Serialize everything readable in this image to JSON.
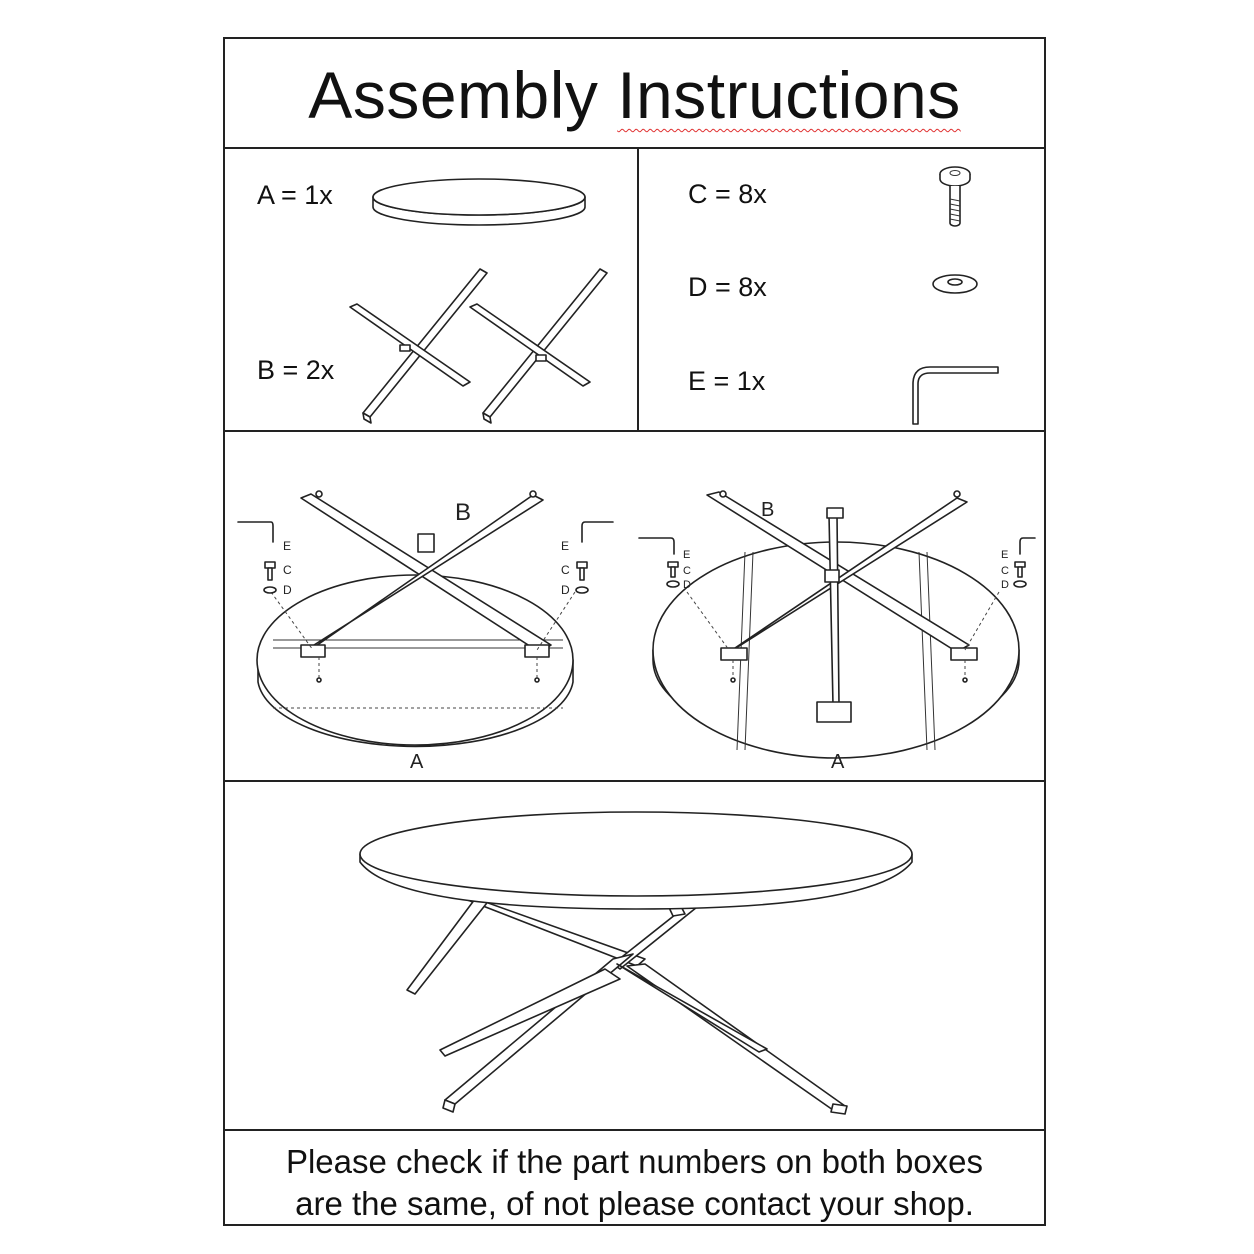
{
  "title": {
    "word1": "Assembly",
    "word2": "Instructions"
  },
  "parts": [
    {
      "label": "A = 1x",
      "icon": "tabletop-icon"
    },
    {
      "label": "B = 2x",
      "icon": "x-leg-frame-icon"
    },
    {
      "label": "C = 8x",
      "icon": "bolt-icon"
    },
    {
      "label": "D = 8x",
      "icon": "washer-icon"
    },
    {
      "label": "E = 1x",
      "icon": "allen-key-icon"
    }
  ],
  "step1": {
    "frame": "B",
    "top": "A",
    "e": "E",
    "c": "C",
    "d": "D"
  },
  "step2": {
    "frame": "B",
    "top": "A",
    "e": "E",
    "c": "C",
    "d": "D"
  },
  "note": {
    "line1": "Please check if the part numbers on both boxes",
    "line2": "are the same, of not please contact your shop."
  }
}
